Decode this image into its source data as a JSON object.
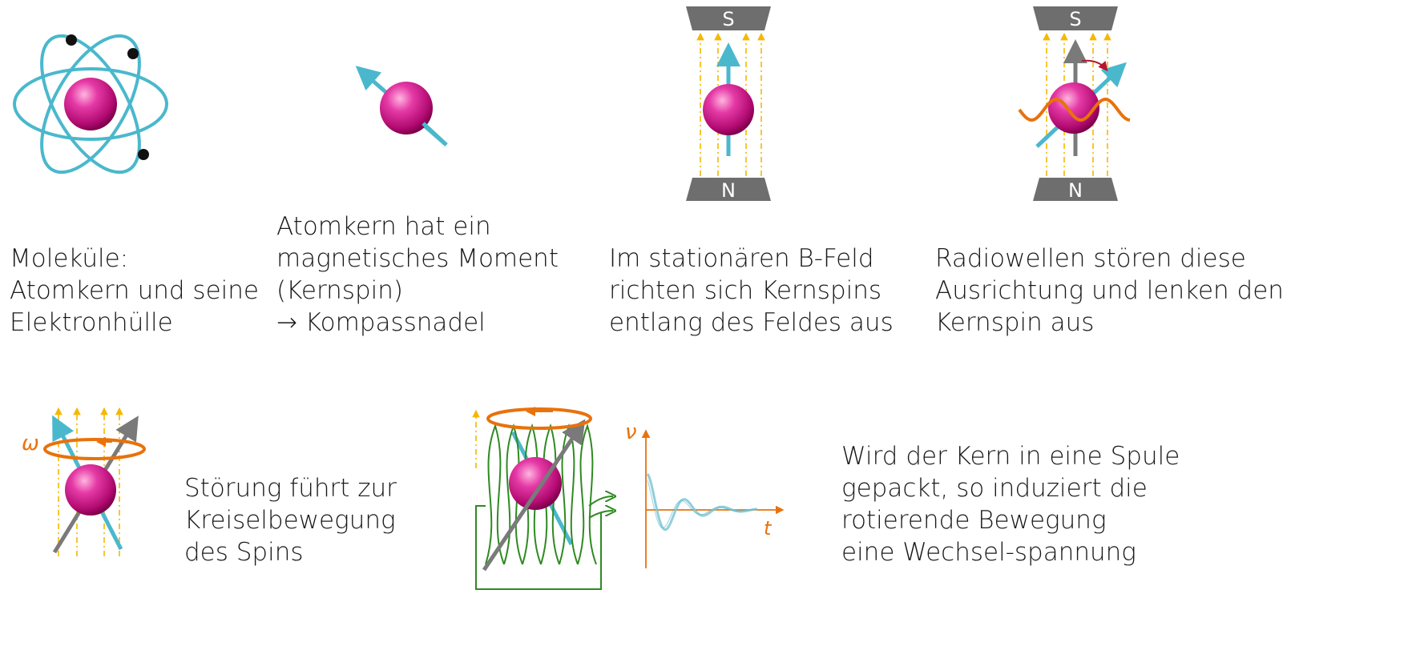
{
  "captions": {
    "molecules": [
      "Moleküle:",
      "Atomkern und seine",
      "Elektronhülle"
    ],
    "moment": [
      "Atomkern hat ein",
      "magnetisches Moment",
      "(Kernspin)",
      "→ Kompassnadel"
    ],
    "field": [
      "Im stationären B-Feld",
      "richten sich Kernspins",
      "entlang des Feldes aus"
    ],
    "radio": [
      "Radiowellen stören diese",
      "Ausrichtung und lenken den",
      "Kernspin aus"
    ],
    "precession": [
      "Störung führt zur",
      "Kreiselbewegung",
      "des Spins"
    ],
    "coil": [
      "Wird der Kern in eine Spule",
      "gepackt, so induziert die",
      "rotierende Bewegung",
      "eine Wechsel-spannung"
    ]
  },
  "magnet_labels": {
    "south": "S",
    "north": "N"
  },
  "symbols": {
    "omega": "ω",
    "nu": "ν",
    "t": "t"
  },
  "colors": {
    "nucleus": "#d6128a",
    "spin_arrow": "#4ab8cc",
    "orbit": "#4ab8cc",
    "electron": "#111111",
    "field_line": "#f5b800",
    "magnet": "#6e6e6e",
    "wave": "#e8720c",
    "coil": "#2f8a22",
    "grey_arrow": "#7a7a7a",
    "red_arrow": "#b5172f"
  },
  "icons": [
    "atom-icon",
    "spin-icon",
    "magnet-field-icon",
    "radio-wave-icon",
    "precession-icon",
    "coil-signal-icon"
  ]
}
